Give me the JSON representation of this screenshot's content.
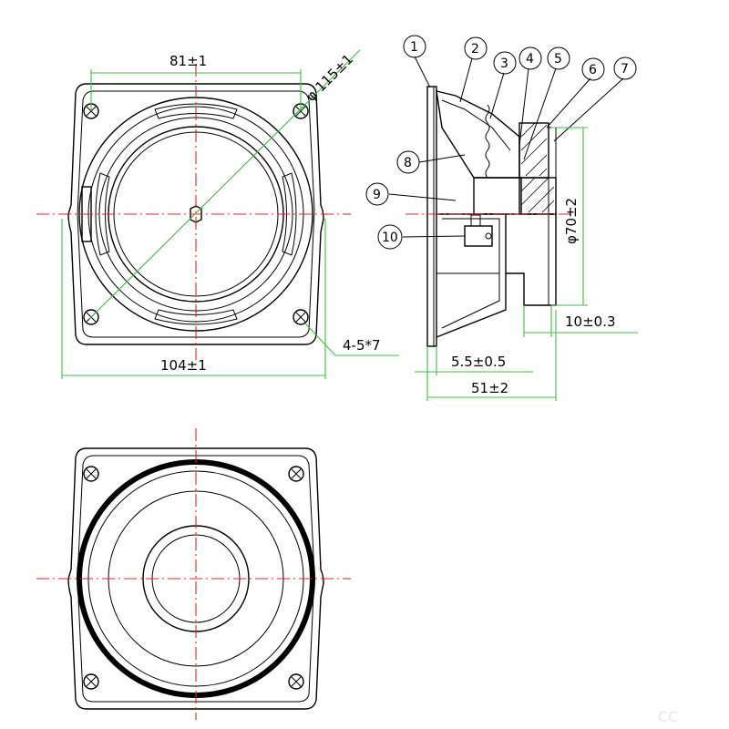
{
  "dimensions": {
    "width_hole_spacing": "81±1",
    "diameter_outer": "φ 115±1",
    "width_frame": "104±1",
    "mount_holes": "4-5*7",
    "diameter_magnet": "φ70±2",
    "magnet_depth": "10±0.3",
    "flange_thickness": "5.5±0.5",
    "total_depth": "51±2"
  },
  "part_numbers": [
    "1",
    "2",
    "3",
    "4",
    "5",
    "6",
    "7",
    "8",
    "9",
    "10"
  ],
  "colors": {
    "centerline": "#e0241c",
    "dimension": "#3fbf3f",
    "outline": "#000000"
  },
  "watermark": "CC"
}
